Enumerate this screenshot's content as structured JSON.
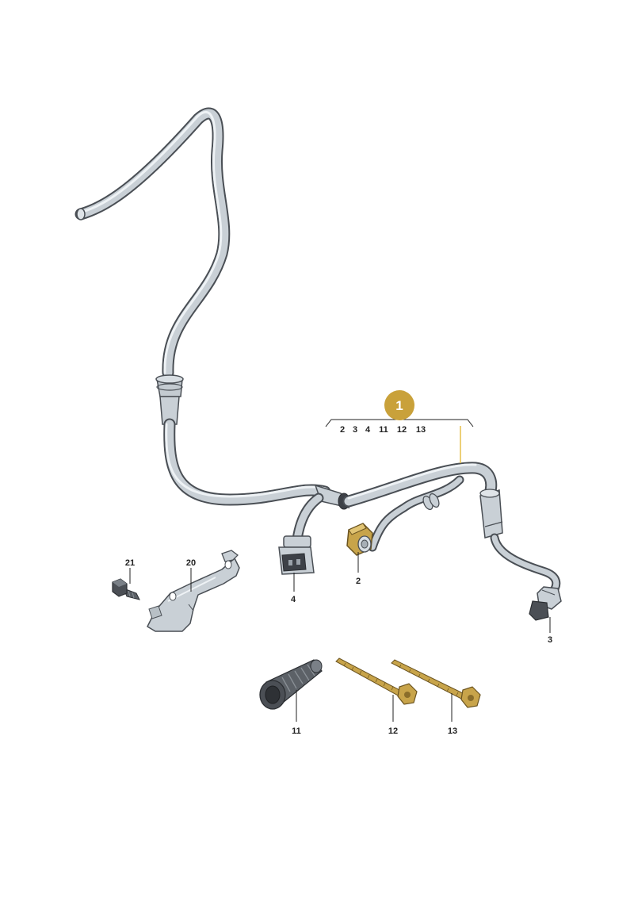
{
  "main_part": {
    "number": "1",
    "sub_parts": [
      "2",
      "3",
      "4",
      "11",
      "12",
      "13"
    ]
  },
  "callouts": {
    "c2": "2",
    "c3": "3",
    "c4": "4",
    "c11": "11",
    "c12": "12",
    "c13": "13",
    "c20": "20",
    "c21": "21"
  },
  "colors": {
    "badge": "#c9a13a",
    "cable": "#c9d0d6",
    "brass": "#c8a44a",
    "dark_part": "#4b4f55",
    "leader_accent": "#e6c14a"
  }
}
